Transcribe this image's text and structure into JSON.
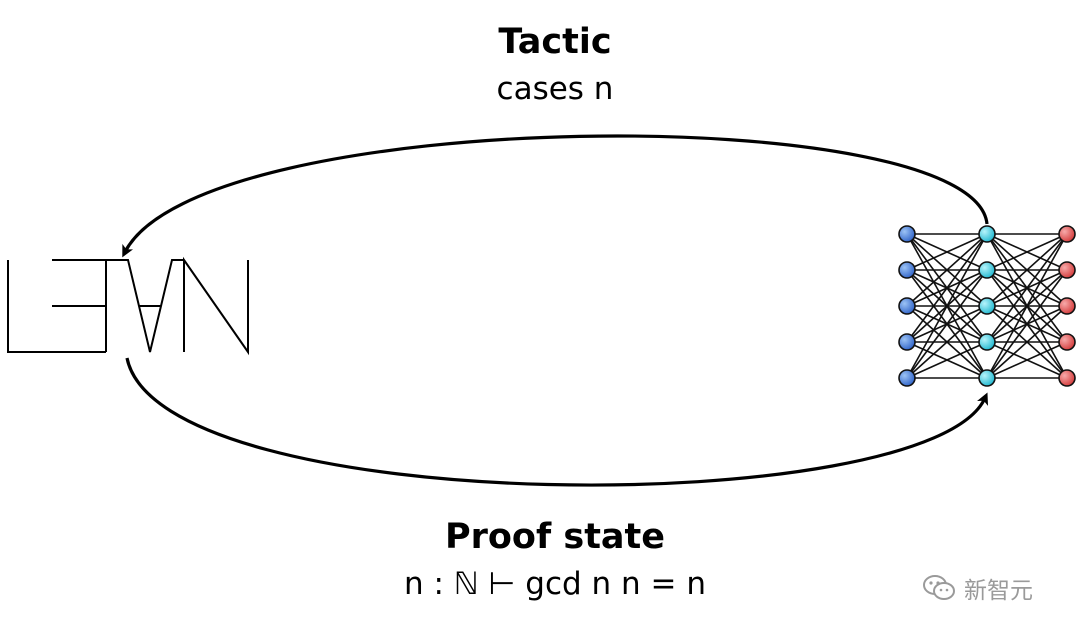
{
  "top_label": {
    "title": "Tactic",
    "subtitle": "cases n"
  },
  "bottom_label": {
    "title": "Proof state",
    "subtitle": "n : ℕ ⊢ gcd n n = n"
  },
  "logo": {
    "text": "LEAN"
  },
  "neural_network": {
    "layers": [
      {
        "name": "input",
        "nodes": 5,
        "color": "#3a7bd5"
      },
      {
        "name": "hidden",
        "nodes": 5,
        "color": "#33ccdd"
      },
      {
        "name": "output",
        "nodes": 5,
        "color": "#e04848"
      }
    ]
  },
  "watermark": {
    "text": "新智元",
    "icon": "wechat-icon"
  }
}
